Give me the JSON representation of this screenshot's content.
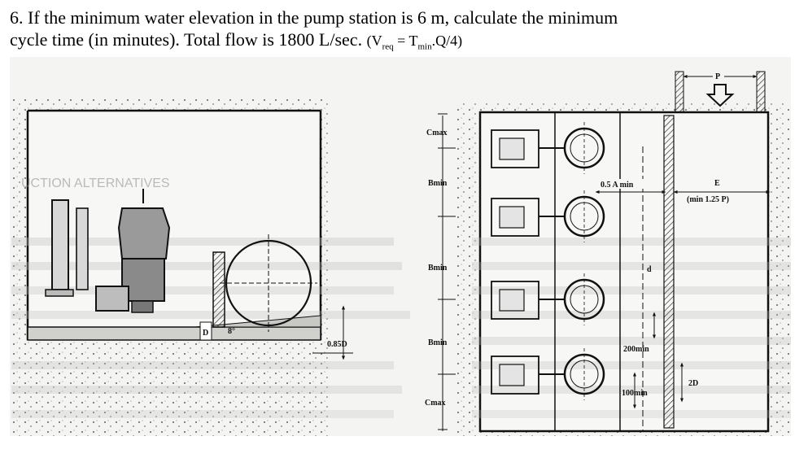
{
  "question": {
    "line1": "6. If the minimum water elevation in the pump station is 6 m, calculate the minimum",
    "line2": "cycle time (in minutes). Total flow is 1800 L/sec.",
    "formula": {
      "open": "(V",
      "v_sub": "req",
      "eq": " = T",
      "t_sub": "min",
      "tail": ".Q/4)"
    }
  },
  "figure": {
    "left_section": {
      "label_d": "D",
      "label_angle": "8°",
      "label_085d": "0.85D",
      "faded_heading": "UCTION ALTERNATIVES"
    },
    "plan_view": {
      "cmax_top": "Cmax",
      "bmin_1": "Bmin",
      "bmin_2": "Bmin",
      "bmin_3": "Bmin",
      "cmax_bottom": "Cmax",
      "half_a_min": "0.5 A min",
      "e_label": "E",
      "e_min": "(min 1.25 P)",
      "p_label": "P",
      "d_label": "d",
      "label_200min": "200min",
      "label_100min": "100min",
      "label_2d": "2D"
    }
  }
}
